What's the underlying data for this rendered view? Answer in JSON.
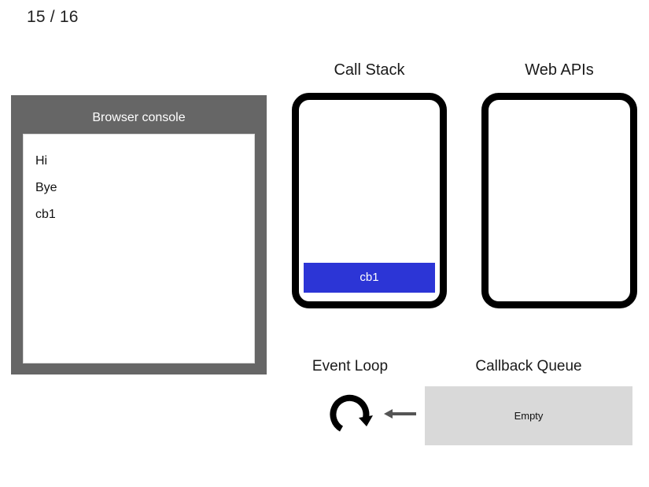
{
  "slide": {
    "counter": "15 / 16"
  },
  "console": {
    "title": "Browser console",
    "lines": [
      "Hi",
      "Bye",
      "cb1"
    ]
  },
  "call_stack": {
    "heading": "Call Stack",
    "frames": [
      "cb1"
    ],
    "frame_color": "#2c35d6"
  },
  "web_apis": {
    "heading": "Web APIs",
    "items": []
  },
  "event_loop": {
    "heading": "Event Loop",
    "icon": "circular-arrow-icon",
    "arrow_icon": "left-arrow-icon",
    "arrow_color": "#555555"
  },
  "callback_queue": {
    "heading": "Callback Queue",
    "status": "Empty",
    "box_color": "#d9d9d9"
  }
}
